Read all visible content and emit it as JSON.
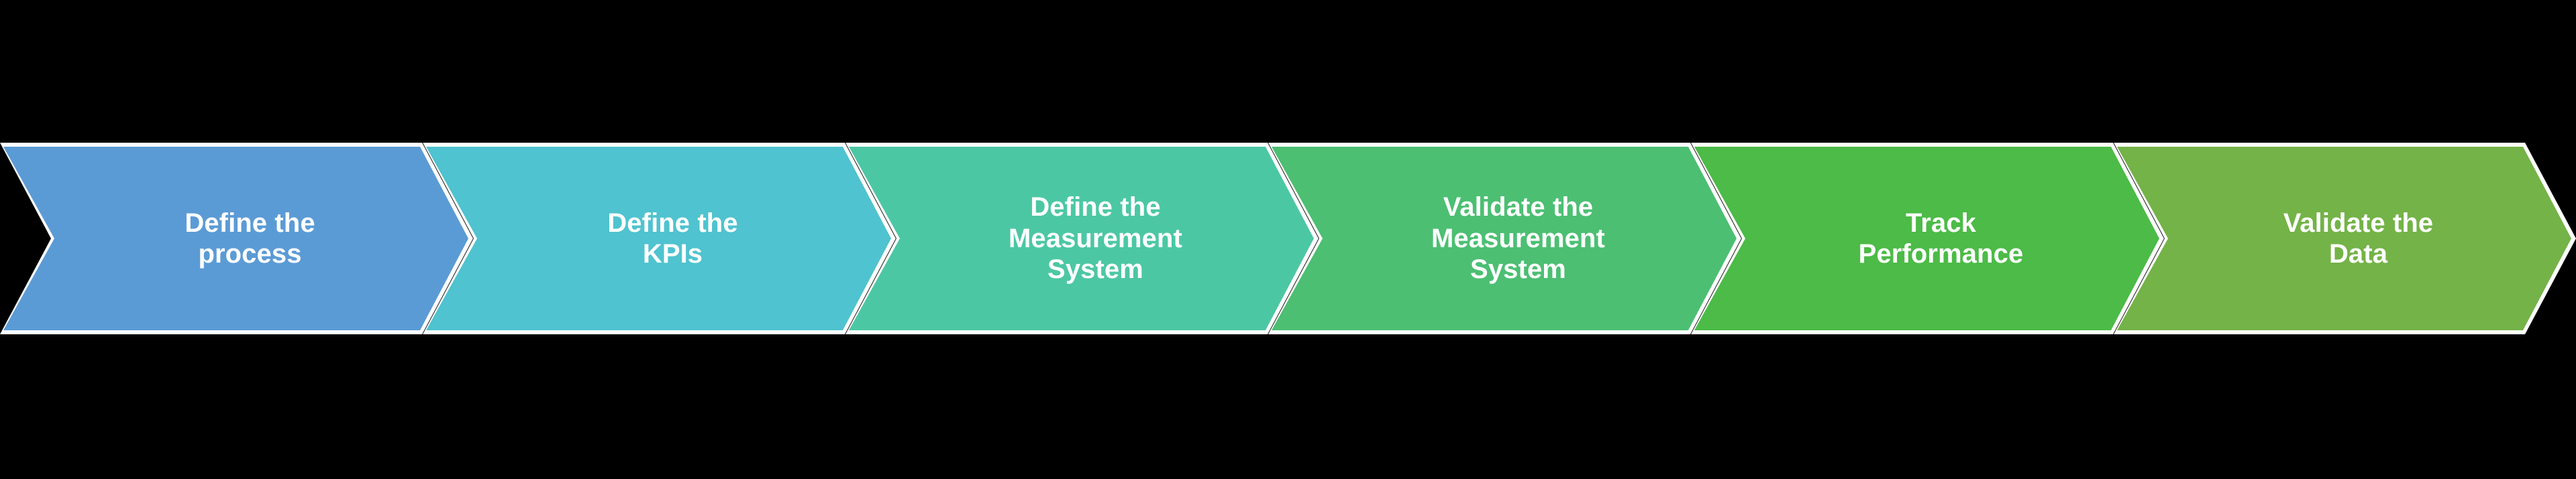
{
  "diagram": {
    "type": "process-flow-chevrons",
    "background_color": "#000000",
    "outline_color": "#ffffff",
    "text_color": "#ffffff",
    "step_count": 6,
    "steps": [
      {
        "index": 1,
        "label": "Define the\nprocess",
        "label_lines": [
          "Define the",
          "process"
        ],
        "color": "#5B9BD5",
        "color_name": "blue"
      },
      {
        "index": 2,
        "label": "Define the\nKPIs",
        "label_lines": [
          "Define the",
          "KPIs"
        ],
        "color": "#4FC3CF",
        "color_name": "cyan"
      },
      {
        "index": 3,
        "label": "Define the\nMeasurement\nSystem",
        "label_lines": [
          "Define the",
          "Measurement",
          "System"
        ],
        "color": "#4CC7A4",
        "color_name": "mint-green"
      },
      {
        "index": 4,
        "label": "Validate the\nMeasurement\nSystem",
        "label_lines": [
          "Validate the",
          "Measurement",
          "System"
        ],
        "color": "#4CBF73",
        "color_name": "green"
      },
      {
        "index": 5,
        "label": "Track\nPerformance",
        "label_lines": [
          "Track",
          "Performance"
        ],
        "color": "#4CBB47",
        "color_name": "bright-green"
      },
      {
        "index": 6,
        "label": "Validate the\nData",
        "label_lines": [
          "Validate the",
          "Data"
        ],
        "color": "#74B348",
        "color_name": "olive-green"
      }
    ]
  }
}
